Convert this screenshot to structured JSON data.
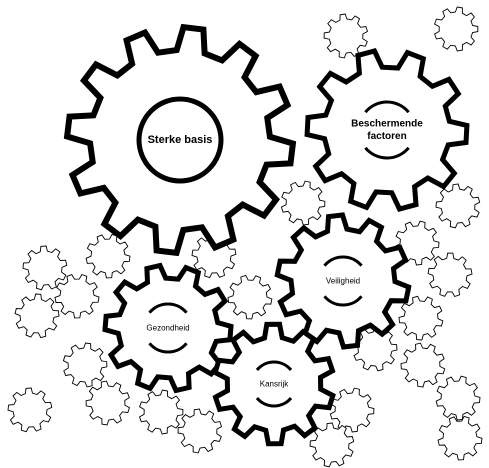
{
  "gears": [
    {
      "id": "gear-sterke-basis",
      "label": "Sterke basis",
      "bold": true
    },
    {
      "id": "gear-beschermende-factoren",
      "label": [
        "Beschermende",
        "factoren"
      ],
      "bold": true
    },
    {
      "id": "gear-veiligheid",
      "label": "Veiligheid",
      "bold": false
    },
    {
      "id": "gear-gezondheid",
      "label": "Gezondheid",
      "bold": false
    },
    {
      "id": "gear-kansrijk",
      "label": "Kansrijk",
      "bold": false
    }
  ],
  "colors": {
    "stroke": "#000000",
    "fill": "#ffffff",
    "text": "#000000"
  }
}
